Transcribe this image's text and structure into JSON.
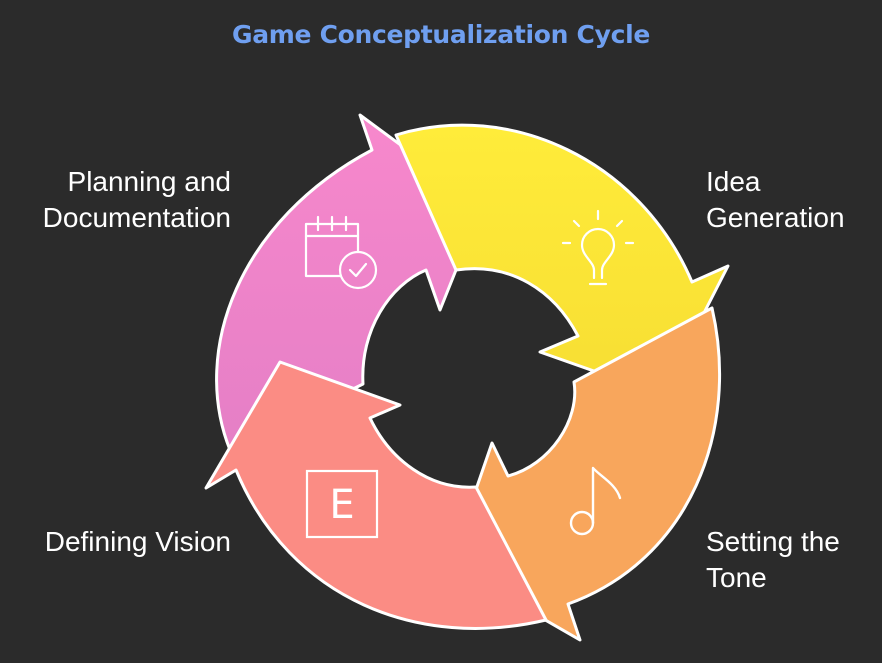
{
  "title": "Game Conceptualization Cycle",
  "stages": [
    {
      "line1": "Idea",
      "line2": "Generation",
      "color": "#ffe735",
      "icon": "lightbulb-icon"
    },
    {
      "line1": "Setting the",
      "line2": "Tone",
      "color": "#f8a65c",
      "icon": "music-note-icon"
    },
    {
      "line1": "Defining Vision",
      "line2": "",
      "color": "#fb8c84",
      "icon": "letter-e-icon",
      "icon_text": "E"
    },
    {
      "line1": "Planning and",
      "line2": "Documentation",
      "color": "#f485cc",
      "icon": "calendar-check-icon"
    }
  ],
  "colors": {
    "background": "#2b2b2b",
    "title": "#6f9ff0",
    "outline": "#ffffff"
  }
}
